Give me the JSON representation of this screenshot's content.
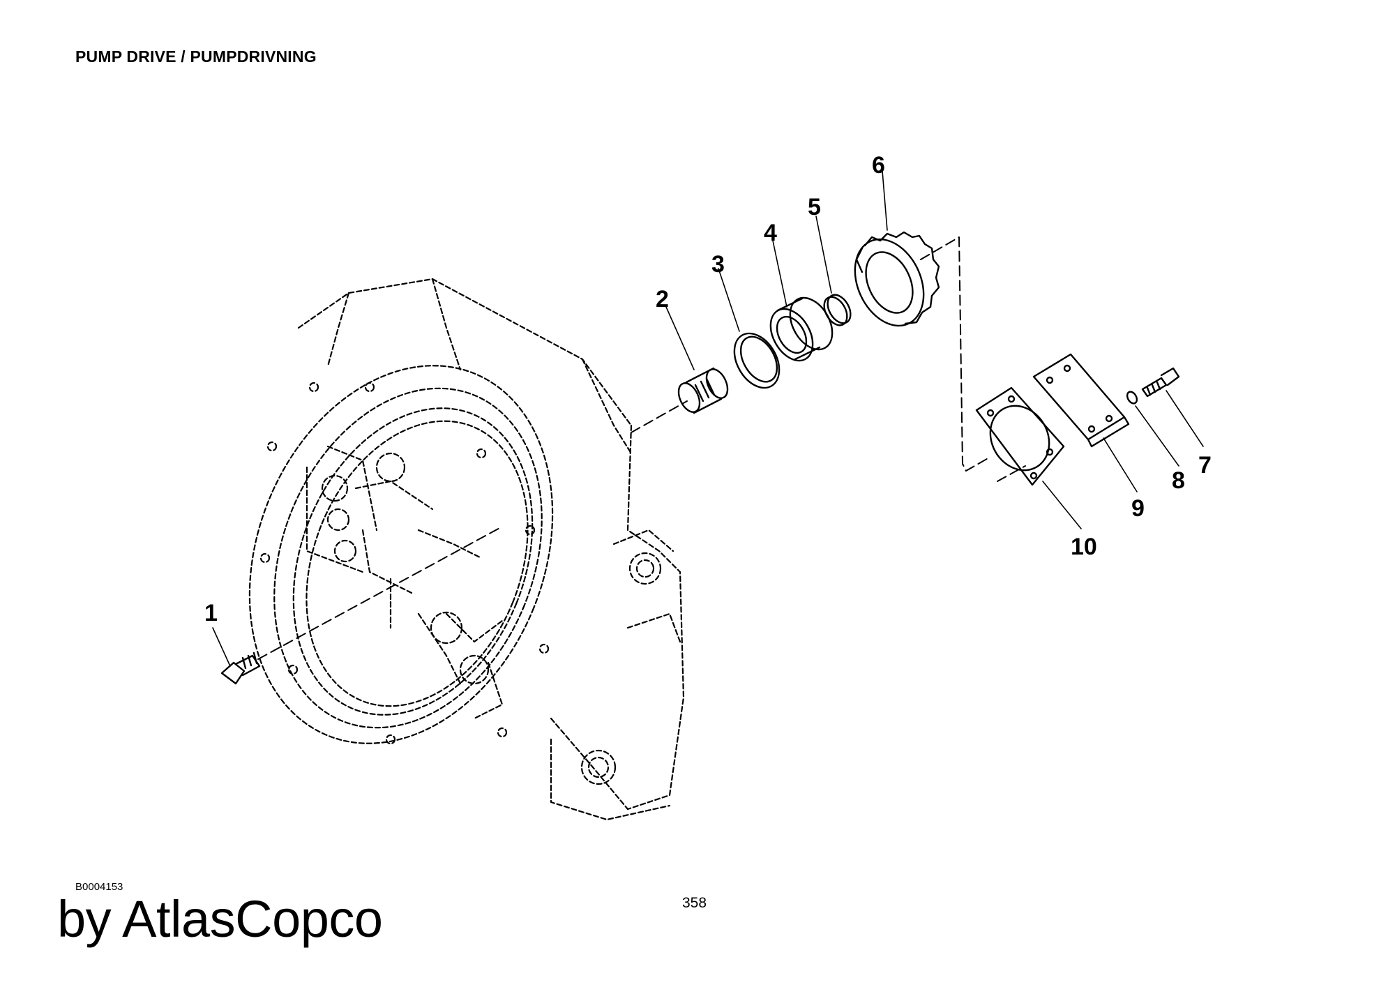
{
  "header": {
    "title": "PUMP DRIVE / PUMPDRIVNING"
  },
  "footer": {
    "drawing_id": "B0004153",
    "page_number": "358",
    "brand": "by AtlasCopco"
  },
  "diagram": {
    "callouts": [
      {
        "id": "1",
        "label": "1"
      },
      {
        "id": "2",
        "label": "2"
      },
      {
        "id": "3",
        "label": "3"
      },
      {
        "id": "4",
        "label": "4"
      },
      {
        "id": "5",
        "label": "5"
      },
      {
        "id": "6",
        "label": "6"
      },
      {
        "id": "7",
        "label": "7"
      },
      {
        "id": "8",
        "label": "8"
      },
      {
        "id": "9",
        "label": "9"
      },
      {
        "id": "10",
        "label": "10"
      }
    ]
  }
}
